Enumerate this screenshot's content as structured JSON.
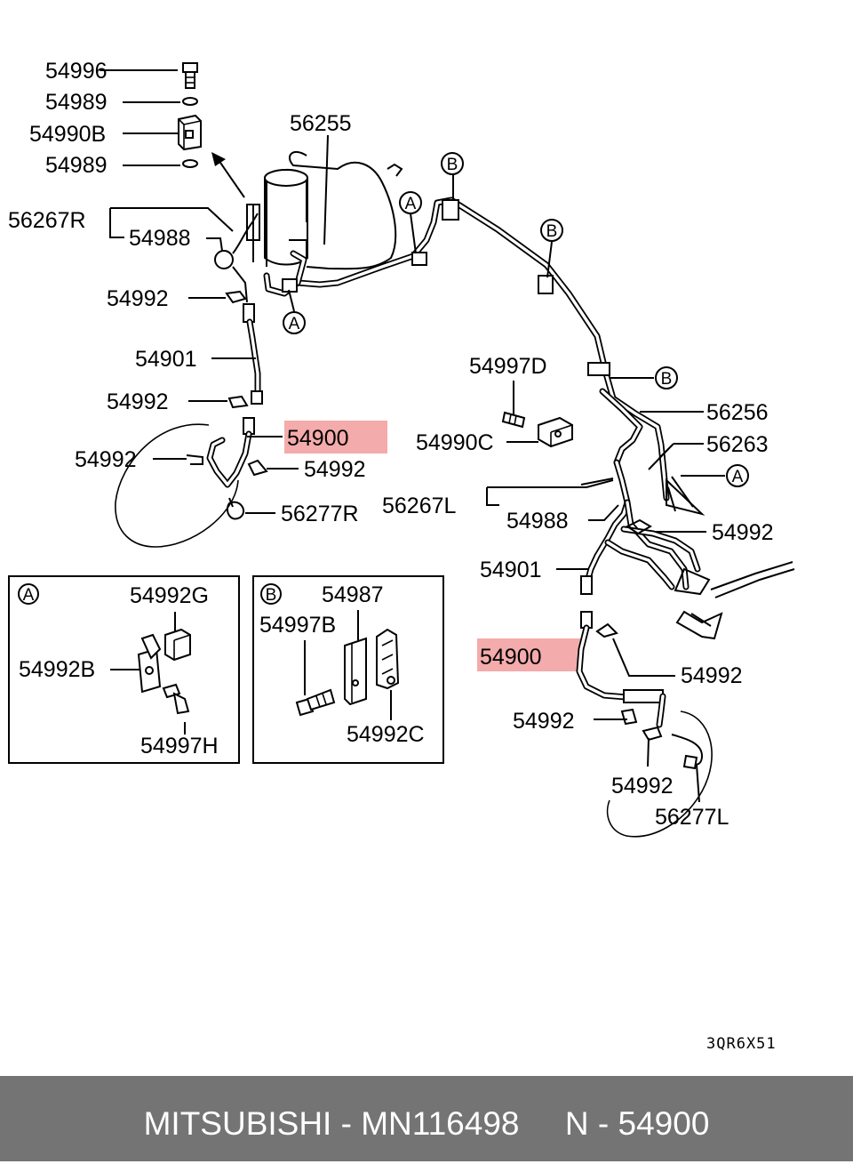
{
  "callouts": {
    "c54996": "54996",
    "c54989a": "54989",
    "c54990B": "54990B",
    "c54989b": "54989",
    "c56255": "56255",
    "c56267R": "56267R",
    "c54988a": "54988",
    "c54992a": "54992",
    "c54901a": "54901",
    "c54992b": "54992",
    "c54900a": "54900",
    "c54992c": "54992",
    "c54992d": "54992",
    "c56277R": "56277R",
    "c54997D": "54997D",
    "c54990C": "54990C",
    "c56256": "56256",
    "c56263": "56263",
    "c56267L": "56267L",
    "c54988b": "54988",
    "c54992e": "54992",
    "c54901b": "54901",
    "c54900b": "54900",
    "c54992f": "54992",
    "c54992g": "54992",
    "c54992h": "54992",
    "c56277L": "56277L"
  },
  "markers": {
    "a": "A",
    "b": "B"
  },
  "inset_a": {
    "label": "A",
    "c1": "54992G",
    "c2": "54992B",
    "c3": "54997H"
  },
  "inset_b": {
    "label": "B",
    "c1": "54987",
    "c2": "54997B",
    "c3": "54992C"
  },
  "highlight_color": "#f08a8a",
  "reference_code": "3QR6X51",
  "footer": {
    "brand": "MITSUBISHI",
    "part_number": "MN116498",
    "ref": "N - 54900"
  }
}
